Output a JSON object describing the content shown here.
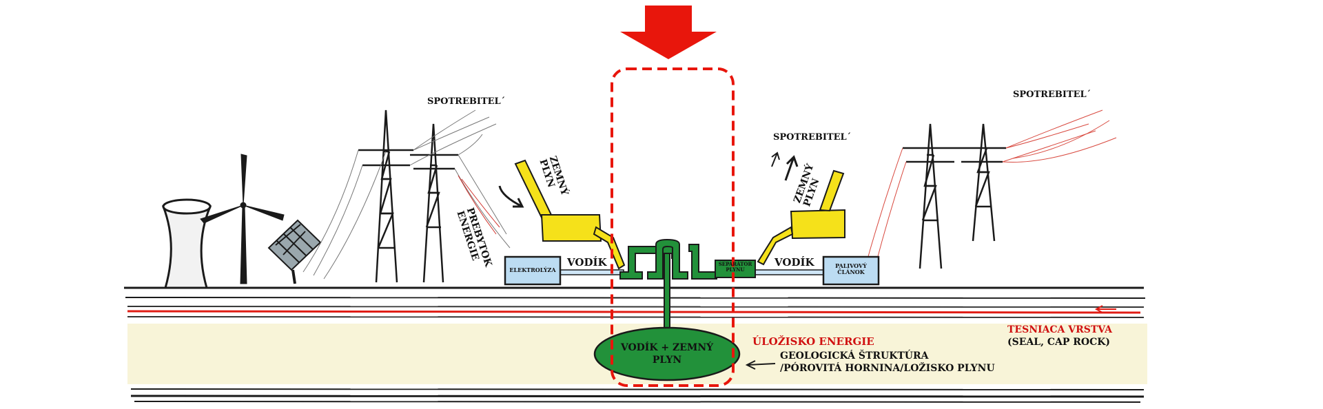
{
  "labels": {
    "consumer_left": "SPOTREBITEL´",
    "consumer_mid": "SPOTREBITEL´",
    "consumer_right": "SPOTREBITEL´",
    "surplus_energy": "PREBYTOK ENERGIE",
    "natural_gas_left": "ZEMNÝ PLYN",
    "natural_gas_right": "ZEMNÝ PLYN",
    "hydrogen_left": "VODÍK",
    "hydrogen_right": "VODÍK",
    "electrolysis": "ELEKTROLÝZA",
    "gas_separator": "SEPARÁTOR PLYNU",
    "fuel_cell": "PALIVOVÝ ČLÁNOK",
    "reservoir": "VODÍK + ZEMNÝ PLYN",
    "energy_storage": "ÚLOŽISKO ENERGIE",
    "geology_line1": "GEOLOGICKÁ ŠTRUKTÚRA",
    "geology_line2": "/PÓROVITÁ HORNINA/LOŽISKO PLYNU",
    "seal_layer": "TESNIACA VRSTVA",
    "seal_layer_en": "(SEAL, CAP ROCK)"
  },
  "colors": {
    "highlight_red": "#e8160c",
    "storage_band": "#f8f4d8",
    "pipe_green": "#22913a",
    "tank_yellow": "#f5e11a",
    "box_blue": "#bcdcf2",
    "label_red": "#d01010",
    "ground_black": "#1a1a1a"
  },
  "icons": [
    "cooling-tower-icon",
    "wind-turbine-icon",
    "solar-panel-icon",
    "power-pylon-icon",
    "gas-tank-icon",
    "down-arrow-icon"
  ]
}
